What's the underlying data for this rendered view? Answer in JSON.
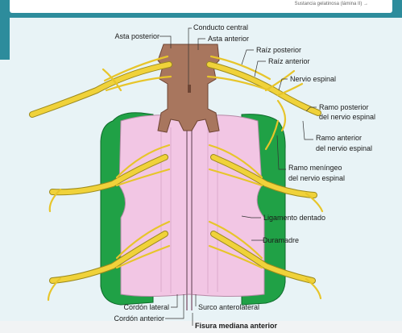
{
  "top_caption": "Sustancia gelatinosa (lámina II) →",
  "labels": {
    "conducto_central": "Conducto central",
    "asta_posterior": "Asta posterior",
    "asta_anterior": "Asta anterior",
    "raiz_posterior": "Raíz posterior",
    "raiz_anterior": "Raíz anterior",
    "nervio_espinal": "Nervio espinal",
    "ramo_posterior_1": "Ramo posterior",
    "ramo_posterior_2": "del nervio espinal",
    "ramo_anterior_1": "Ramo anterior",
    "ramo_anterior_2": "del nervio espinal",
    "ramo_meningeo_1": "Ramo meníngeo",
    "ramo_meningeo_2": "del nervio espinal",
    "ligamento_dentado": "Ligamento dentado",
    "duramadre": "Duramadre",
    "surco_anterolateral": "Surco anterolateral",
    "cordon_lateral": "Cordón lateral",
    "cordon_anterior": "Cordón anterior",
    "fisura_mediana_anterior": "Fisura mediana anterior"
  },
  "colors": {
    "dura": "#20a146",
    "cord": "#f2c6e4",
    "gray_matter": "#a8765e",
    "nerve": "#f0d23a",
    "nerve_outline": "#9c8a1c",
    "frame": "#2d8c9c"
  }
}
